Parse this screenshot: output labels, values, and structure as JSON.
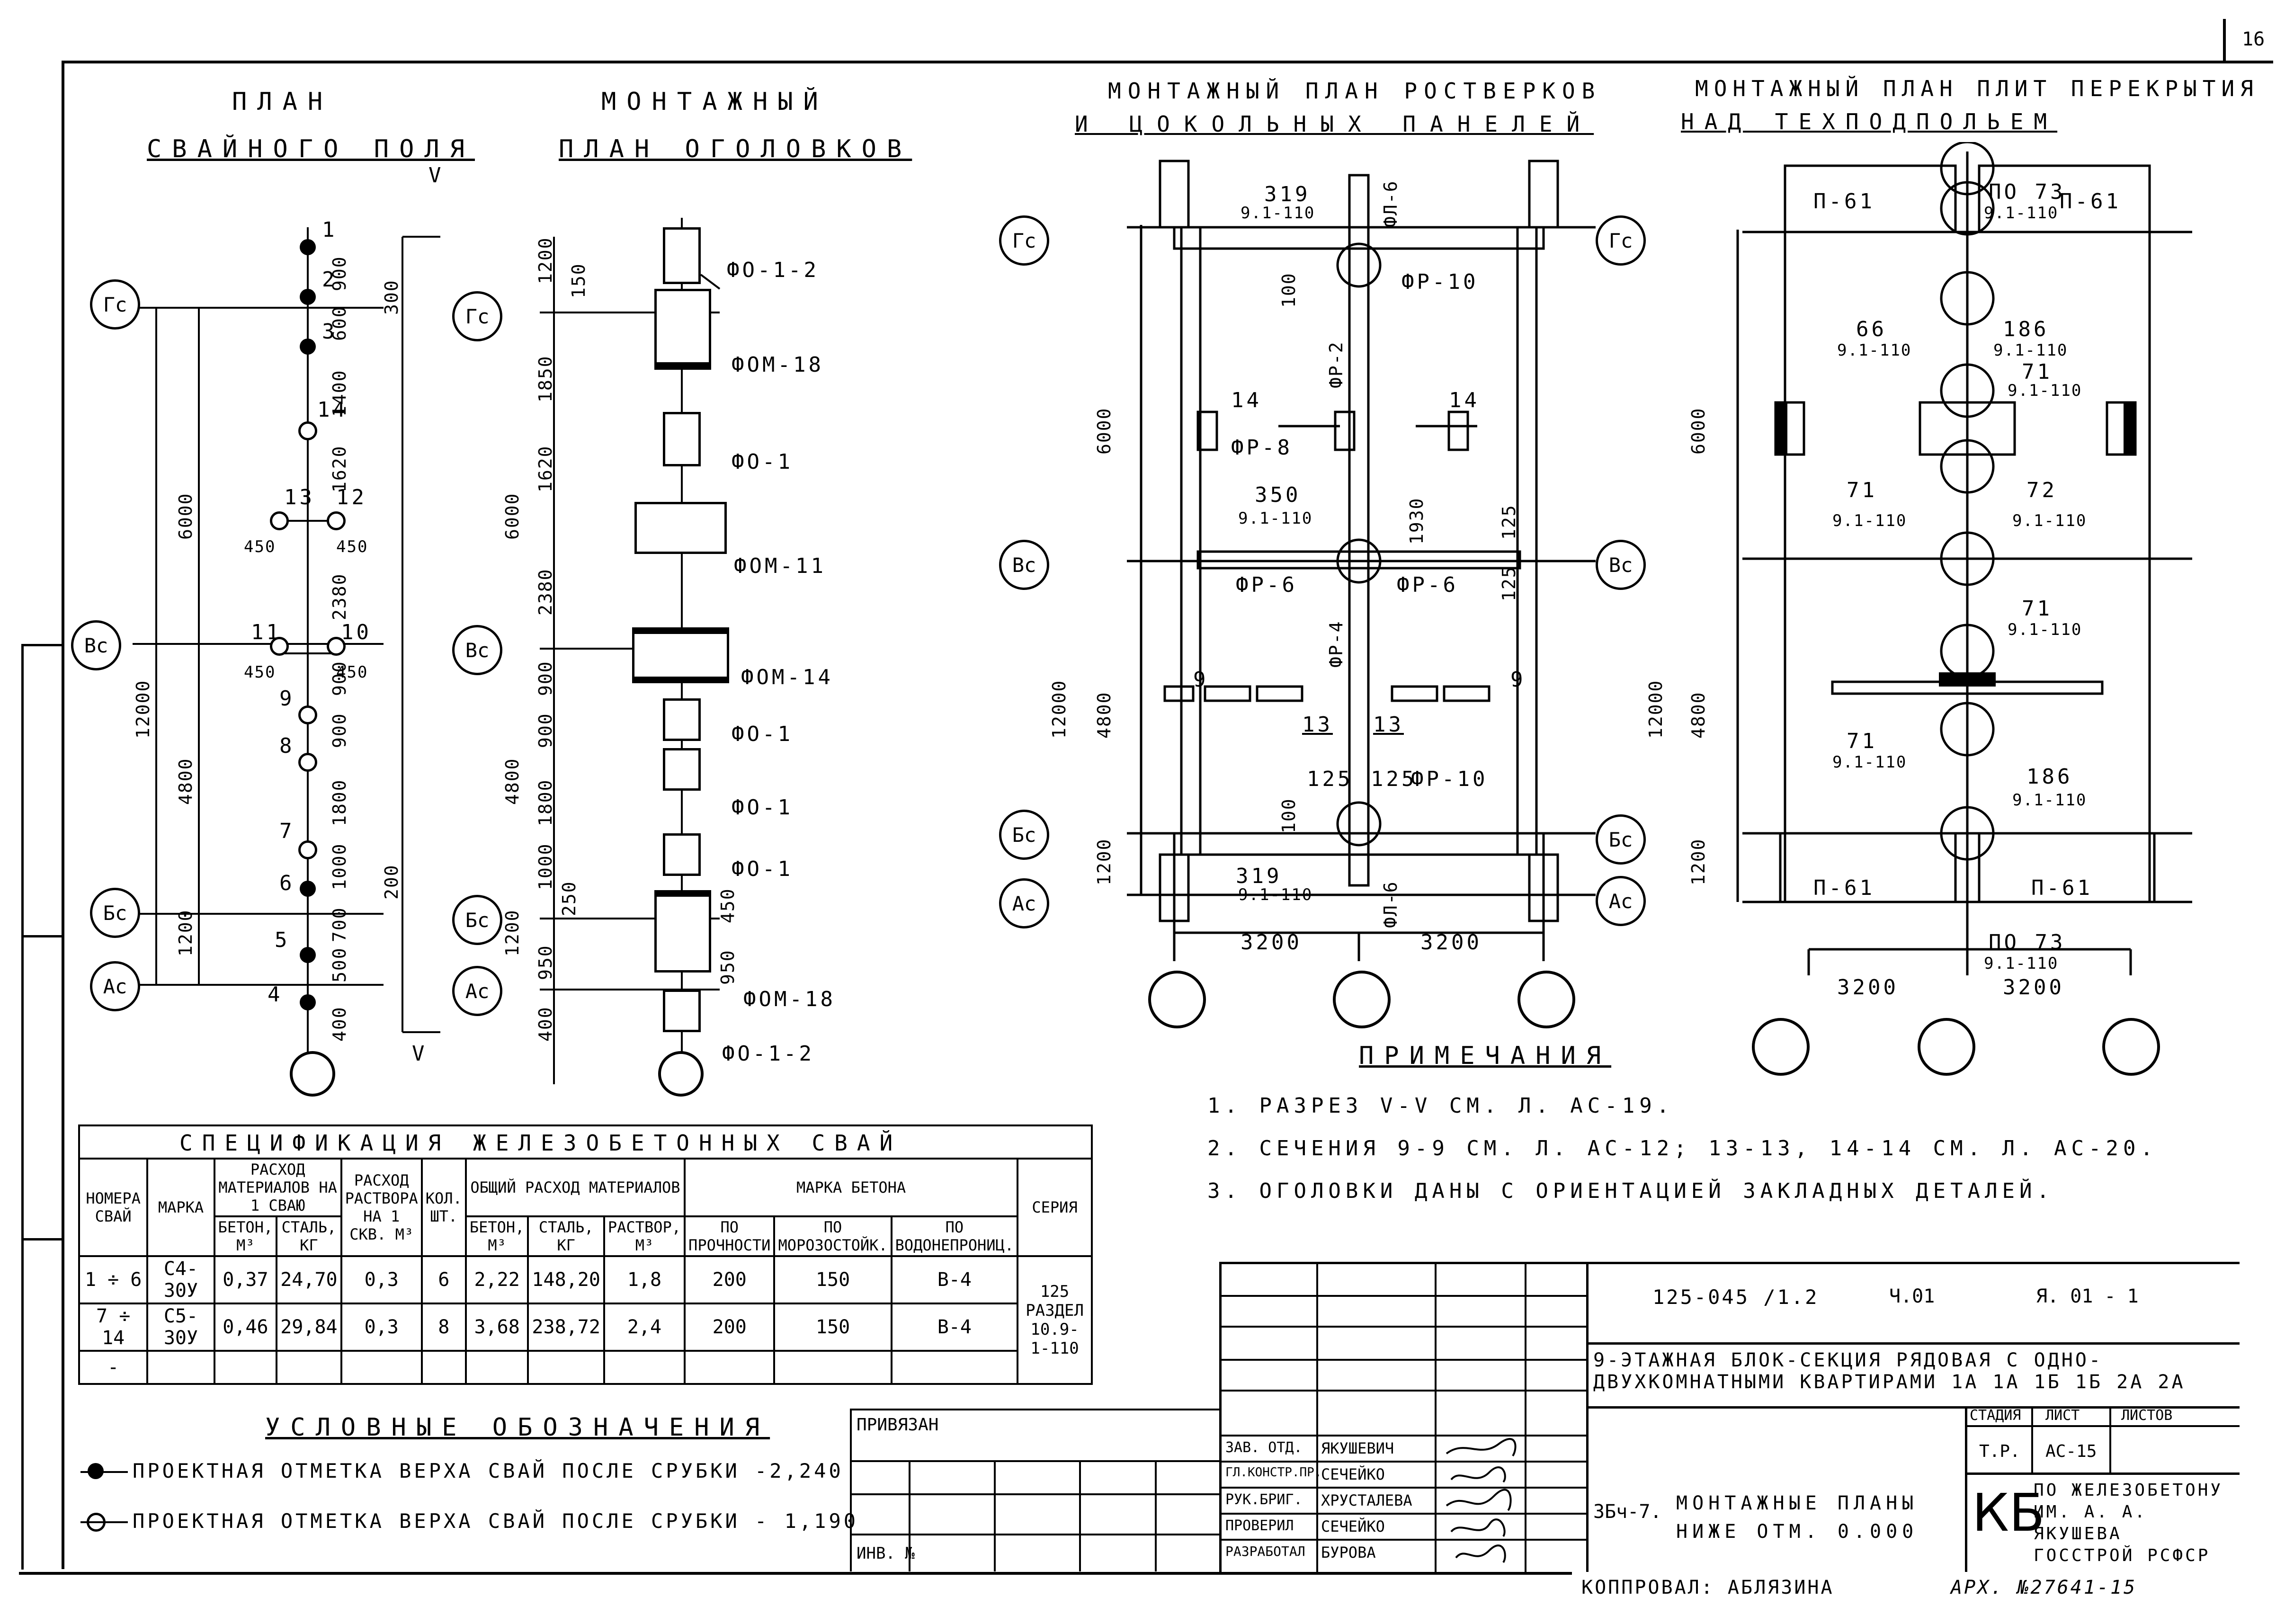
{
  "sheet": {
    "number": "16",
    "copied_by": "КОППРОВАЛ: АБЛЯЗИНА",
    "archive_no": "АРХ. №27641-15"
  },
  "views": {
    "pile_field": {
      "title_1": "ПЛАН",
      "title_2": "СВАЙНОГО ПОЛЯ",
      "section_mark": "V"
    },
    "heads": {
      "title_1": "МОНТАЖНЫЙ",
      "title_2": "ПЛАН ОГОЛОВКОВ"
    },
    "grillage": {
      "title_1": "МОНТАЖНЫЙ ПЛАН РОСТВЕРКОВ",
      "title_2": "И ЦОКОЛЬНЫХ ПАНЕЛЕЙ"
    },
    "slabs": {
      "title_1": "МОНТАЖНЫЙ ПЛАН ПЛИТ ПЕРЕКРЫТИЯ",
      "title_2": "НАД ТЕХПОДПОЛЬЕМ"
    }
  },
  "axes": [
    "Гс",
    "Вс",
    "Бс",
    "Ас"
  ],
  "pile_numbers": [
    "1",
    "2",
    "3",
    "14",
    "13",
    "12",
    "11",
    "10",
    "9",
    "8",
    "7",
    "6",
    "5",
    "4"
  ],
  "dims_pile": [
    "900",
    "300",
    "600",
    "1400",
    "1620",
    "450",
    "450",
    "2380",
    "450",
    "450",
    "900",
    "900",
    "1800",
    "1000",
    "200",
    "700",
    "500",
    "400",
    "6000",
    "12000",
    "4800",
    "1200"
  ],
  "head_marks": [
    "ФО-1-2",
    "ФОМ-18",
    "ФО-1",
    "ФОМ-11",
    "ФОМ-14",
    "ФО-1",
    "ФО-1",
    "ФО-1",
    "ФОМ-18",
    "ФО-1-2"
  ],
  "dims_heads": [
    "1200",
    "150",
    "1850",
    "1620",
    "2380",
    "900",
    "900",
    "1800",
    "1000",
    "250",
    "950",
    "400",
    "6000",
    "4800",
    "1200",
    "450",
    "950"
  ],
  "grillage_labels": [
    "319",
    "9.1-110",
    "ФЛ-6",
    "ФР-10",
    "100",
    "ФР-2",
    "14",
    "14",
    "ФР-8",
    "350",
    "9.1-110",
    "1930",
    "125",
    "ФР-6",
    "ФР-6",
    "125",
    "ФР-4",
    "9",
    "9",
    "13",
    "13",
    "125",
    "125",
    "ФР-10",
    "100",
    "319",
    "9.1-110",
    "ФЛ-6",
    "6000",
    "12000",
    "4800",
    "1200",
    "3200",
    "3200"
  ],
  "slab_labels": [
    "П-61",
    "П-61",
    "ПО 73",
    "9.1-110",
    "66",
    "9.1-110",
    "186",
    "9.1-110",
    "71",
    "9.1-110",
    "71",
    "9.1-110",
    "72",
    "9.1-110",
    "71",
    "9.1-110",
    "71",
    "9.1-110",
    "186",
    "9.1-110",
    "П-61",
    "П-61",
    "ПО 73",
    "9.1-110",
    "3200",
    "3200",
    "6000",
    "12000",
    "4800",
    "1200"
  ],
  "notes": {
    "heading": "ПРИМЕЧАНИЯ",
    "items": [
      "1. РАЗРЕЗ V-V СМ. Л. АС-19.",
      "2. СЕЧЕНИЯ 9-9 СМ. Л. АС-12; 13-13, 14-14 СМ. Л. АС-20.",
      "3. ОГОЛОВКИ ДАНЫ С ОРИЕНТАЦИЕЙ ЗАКЛАДНЫХ ДЕТАЛЕЙ."
    ]
  },
  "spec_table": {
    "title": "СПЕЦИФИКАЦИЯ ЖЕЛЕЗОБЕТОННЫХ СВАЙ",
    "h_numbers": "НОМЕРА СВАЙ",
    "h_mark": "МАРКА",
    "h_consumption": "РАСХОД МАТЕРИАЛОВ НА 1 СВАЮ",
    "h_mortar": "РАСХОД РАСТВОРА НА 1 СКВ. М³",
    "h_qty": "КОЛ. ШТ.",
    "h_total": "ОБЩИЙ РАСХОД МАТЕРИАЛОВ",
    "h_concrete_grade": "МАРКА БЕТОНА",
    "h_series": "СЕРИЯ",
    "sub_concrete": "БЕТОН, М³",
    "sub_steel": "СТАЛЬ, КГ",
    "sub_t_concrete": "БЕТОН, М³",
    "sub_t_steel": "СТАЛЬ, КГ",
    "sub_t_mortar": "РАСТВОР, М³",
    "sub_strength": "ПО ПРОЧНОСТИ",
    "sub_frost": "ПО МОРОЗОСТОЙК.",
    "sub_water": "ПО ВОДОНЕПРОНИЦ.",
    "rows": [
      [
        "1 ÷ 6",
        "С4-30У",
        "0,37",
        "24,70",
        "0,3",
        "6",
        "2,22",
        "148,20",
        "1,8",
        "200",
        "150",
        "В-4"
      ],
      [
        "7 ÷ 14",
        "С5-30У",
        "0,46",
        "29,84",
        "0,3",
        "8",
        "3,68",
        "238,72",
        "2,4",
        "200",
        "150",
        "В-4"
      ],
      [
        "-",
        "",
        "",
        "",
        "",
        "",
        "",
        "",
        "",
        "",
        "",
        ""
      ]
    ],
    "series_text": "125 РАЗДЕЛ 10.9-1-110"
  },
  "legend": {
    "title": "УСЛОВНЫЕ ОБОЗНАЧЕНИЯ",
    "filled": "ПРОЕКТНАЯ ОТМЕТКА ВЕРХА СВАЙ ПОСЛЕ СРУБКИ -2,240",
    "open": "ПРОЕКТНАЯ ОТМЕТКА ВЕРХА СВАЙ ПОСЛЕ СРУБКИ - 1,190"
  },
  "stamp": {
    "privyazan": "ПРИВЯЗАН",
    "inv": "ИНВ. №",
    "code": "125-045 /1.2",
    "part": "Ч.01",
    "sheet_ref": "Я. 01 - 1",
    "project_title": "9-ЭТАЖНАЯ БЛОК-СЕКЦИЯ РЯДОВАЯ С ОДНО-ДВУХКОМНАТНЫМИ КВАРТИРАМИ 1А 1А 1Б 1Б 2А 2А",
    "roles": [
      {
        "role": "ЗАВ. ОТД.",
        "name": "ЯКУШЕВИЧ"
      },
      {
        "role": "ГЛ.КОНСТР.ПР.",
        "name": "СЕЧЕЙКО"
      },
      {
        "role": "РУК.БРИГ.",
        "name": "ХРУСТАЛЕВА"
      },
      {
        "role": "ПРОВЕРИЛ",
        "name": "СЕЧЕЙКО"
      },
      {
        "role": "РАЗРАБОТАЛ",
        "name": "БУРОВА"
      }
    ],
    "stage_h": "СТАДИЯ",
    "sheet_h": "ЛИСТ",
    "sheets_h": "ЛИСТОВ",
    "stage": "Т.Р.",
    "sheet": "АС-15",
    "sheets": "",
    "drawing_code": "3Бч-7.",
    "drawing_title": "МОНТАЖНЫЕ ПЛАНЫ НИЖЕ ОТМ. 0.000",
    "org_short": "КБ",
    "org": "ПО ЖЕЛЕЗОБЕТОНУ ИМ. А. А. ЯКУШЕВА ГОССТРОЙ РСФСР"
  }
}
